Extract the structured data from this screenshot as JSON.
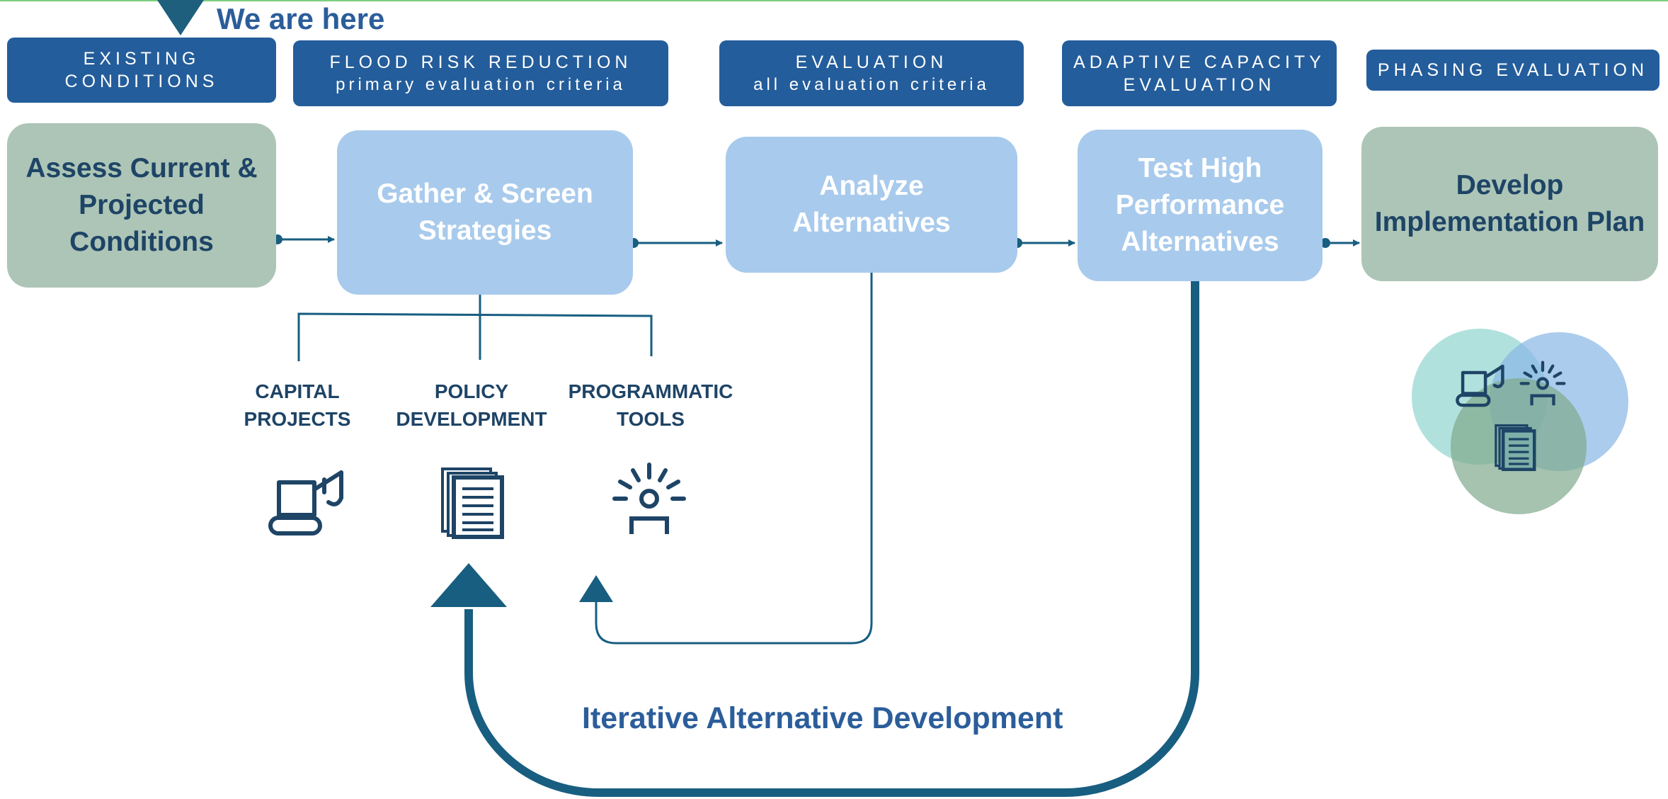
{
  "marker": {
    "label": "We are here"
  },
  "headers": [
    {
      "id": "existing",
      "line1": "EXISTING",
      "line2": "CONDITIONS"
    },
    {
      "id": "flood",
      "line1": "FLOOD RISK REDUCTION",
      "line2": "primary evaluation criteria"
    },
    {
      "id": "evaluation",
      "line1": "EVALUATION",
      "line2": "all evaluation criteria"
    },
    {
      "id": "adaptive",
      "line1": "ADAPTIVE CAPACITY",
      "line2": "EVALUATION"
    },
    {
      "id": "phasing",
      "line1": "PHASING EVALUATION",
      "line2": ""
    }
  ],
  "steps": [
    {
      "id": "assess",
      "label": "Assess Current & Projected Conditions"
    },
    {
      "id": "gather",
      "label": "Gather & Screen Strategies"
    },
    {
      "id": "analyze",
      "label": "Analyze Alternatives"
    },
    {
      "id": "test",
      "label": "Test High Performance Alternatives"
    },
    {
      "id": "develop",
      "label": "Develop Implementation Plan"
    }
  ],
  "strategy_types": [
    {
      "id": "capital",
      "line1": "CAPITAL",
      "line2": "PROJECTS",
      "icon": "excavator-icon"
    },
    {
      "id": "policy",
      "line1": "POLICY",
      "line2": "DEVELOPMENT",
      "icon": "documents-icon"
    },
    {
      "id": "programmatic",
      "line1": "PROGRAMMATIC",
      "line2": "TOOLS",
      "icon": "lightbulb-person-icon"
    }
  ],
  "loop": {
    "label": "Iterative Alternative Development"
  },
  "venn": {
    "icons": [
      "excavator-icon",
      "lightbulb-person-icon",
      "documents-icon"
    ]
  },
  "colors": {
    "header_blue": "#245d9b",
    "step_green": "#adc5b6",
    "step_blue": "#a8caec",
    "text_navy": "#1e4466",
    "arrow_teal": "#185e80",
    "accent_blue": "#2b5d9a"
  }
}
